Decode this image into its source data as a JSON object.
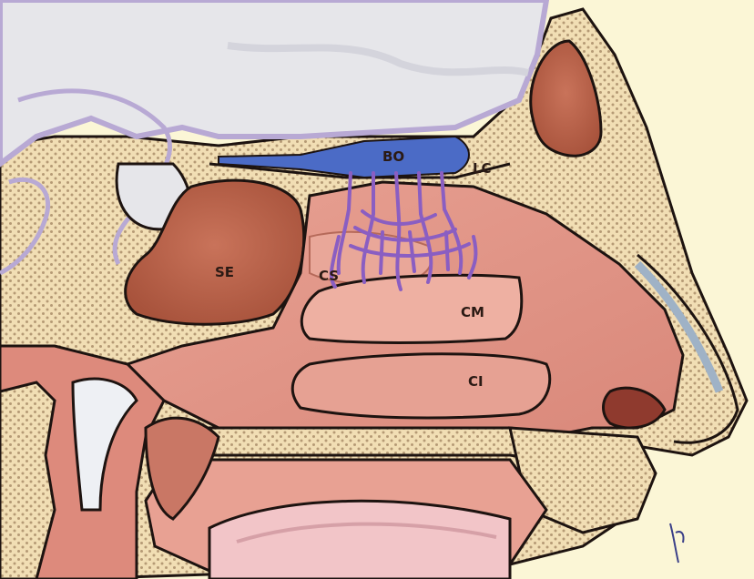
{
  "labels": {
    "bo": "BO",
    "lc": "LC",
    "se": "SE",
    "cs": "CS",
    "cm": "CM",
    "ci": "CI"
  },
  "colors": {
    "background": "#fbf6d6",
    "bone": "#f1deb4",
    "bone_dot": "#b59a75",
    "brain": "#e6e6ea",
    "brain_outline": "#b8a9d4",
    "mucosa": "#dd8a7c",
    "mucosa_light": "#eaaa9c",
    "sinus": "#b96248",
    "olfactory_bulb": "#4b6bc6",
    "olfactory_nerve": "#8a5ec2",
    "outline": "#1d1310"
  }
}
